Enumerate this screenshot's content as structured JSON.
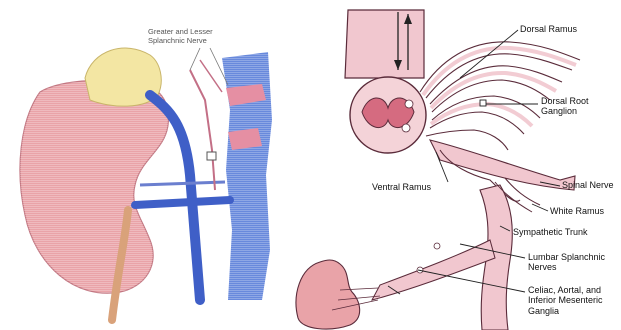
{
  "left_panel": {
    "label_line1": "Greater and Lesser",
    "label_line2": "Splanchnic Nerve"
  },
  "right_panel": {
    "dorsal_ramus": "Dorsal Ramus",
    "dorsal_root_ganglion_line1": "Dorsal Root",
    "dorsal_root_ganglion_line2": "Ganglion",
    "ventral_ramus": "Ventral Ramus",
    "spinal_nerve": "Spinal Nerve",
    "white_ramus": "White Ramus",
    "sympathetic_trunk": "Sympathetic Trunk",
    "lumbar_splanchnic_line1": "Lumbar Splanchnic",
    "lumbar_splanchnic_line2": "Nerves",
    "ganglia_line1": "Celiac, Aortal, and",
    "ganglia_line2": "Inferior Mesenteric",
    "ganglia_line3": "Ganglia"
  },
  "colors": {
    "kidney": "#e9a3a8",
    "adrenal": "#f3e6a3",
    "vein": "#3f5fc7",
    "ureter": "#d9a27a",
    "nerve_pink": "#e8b9c4",
    "nerve_outline": "#5a2b3a",
    "cord": "#f1c7cf"
  }
}
